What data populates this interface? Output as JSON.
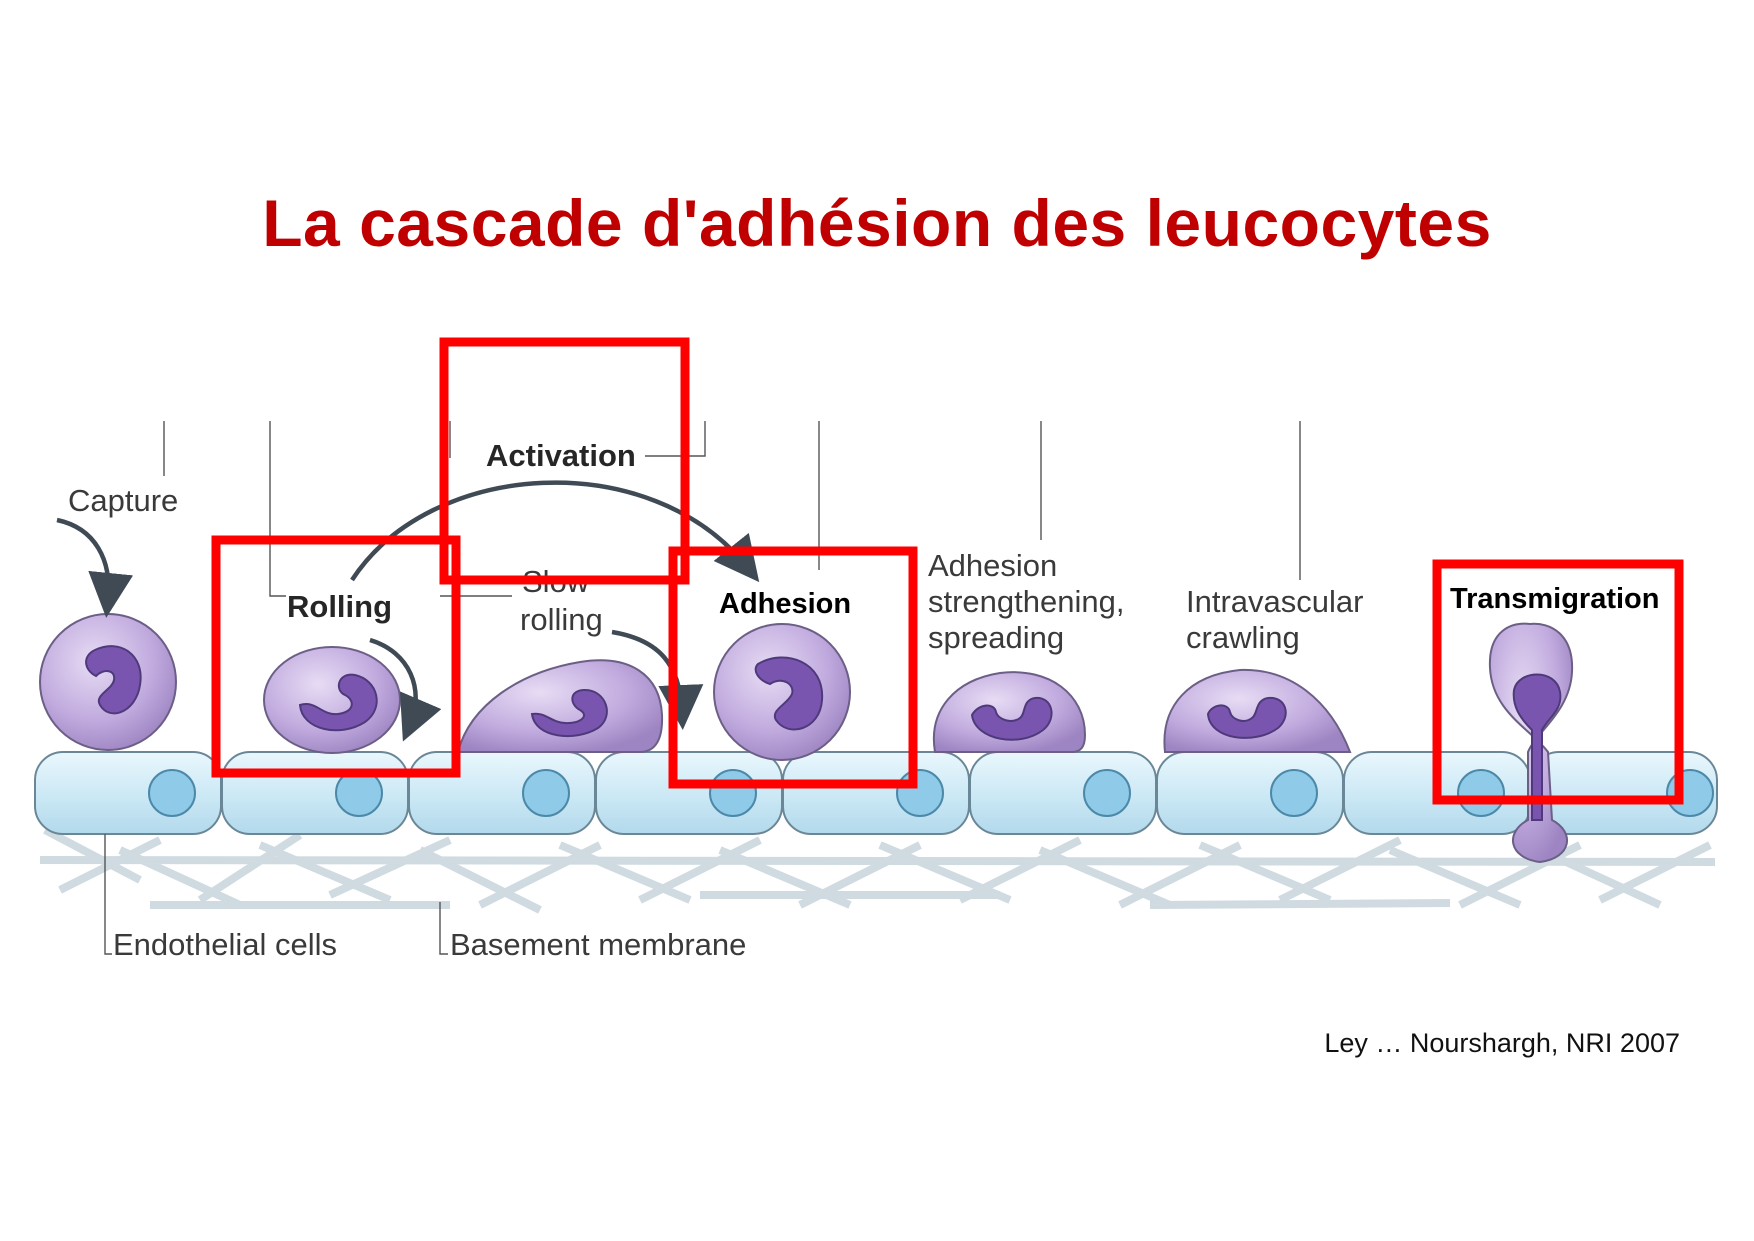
{
  "slide": {
    "title": "La cascade d'adhésion des leucocytes",
    "citation": "Ley … Nourshargh, NRI 2007"
  },
  "diagram": {
    "steps": {
      "capture": "Capture",
      "rolling": "Rolling",
      "slow_rolling_line1": "Slow",
      "slow_rolling_line2": "rolling",
      "activation": "Activation",
      "adhesion": "Adhesion",
      "adhesion_strengthening_line1": "Adhesion",
      "adhesion_strengthening_line2": "strengthening,",
      "adhesion_strengthening_line3": "spreading",
      "intravascular_crawling_line1": "Intravascular",
      "intravascular_crawling_line2": "crawling",
      "transmigration": "Transmigration"
    },
    "structures": {
      "endothelial_cells": "Endothelial cells",
      "basement_membrane": "Basement membrane"
    },
    "highlighted_steps": [
      "Rolling",
      "Activation",
      "Adhesion",
      "Transmigration"
    ],
    "colors": {
      "title": "#c00000",
      "highlight_box": "#ff0000",
      "leukocyte": "#b9a2d6",
      "nucleus": "#7a55b0",
      "endothelium": "#cfe9f4"
    }
  }
}
